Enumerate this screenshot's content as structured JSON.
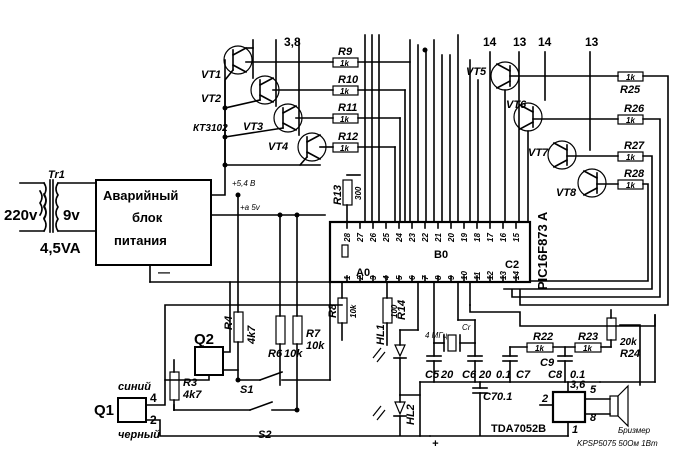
{
  "power": {
    "transformer": "Tr1",
    "mains": "220v",
    "secondary": "9v",
    "rating": "4,5VA",
    "block_line1": "Аварийный",
    "block_line2": "блок",
    "block_line3": "питания",
    "minus": "—",
    "v54": "+5,4 В",
    "v5": "+а 5v"
  },
  "pins_top": {
    "p38": "3,8",
    "p14a": "14",
    "p13a": "13",
    "p14b": "14",
    "p13b": "13"
  },
  "transistors": {
    "vt1": "VT1",
    "vt2": "VT2",
    "vt3": "VT3",
    "vt4": "VT4",
    "type": "КТ3102",
    "vt5": "VT5",
    "vt6": "VT6",
    "vt7": "VT7",
    "vt8": "VT8"
  },
  "resistors": {
    "r9": "R9",
    "r10": "R10",
    "r11": "R11",
    "r12": "R12",
    "val_1k": "1k",
    "r25": "R25",
    "r26": "R26",
    "r27": "R27",
    "r28": "R28",
    "r13": "R13",
    "r13v": "300",
    "r8": "R8",
    "r8v": "10k",
    "r14": "R14",
    "r14v": "100",
    "r4": "R4",
    "r4v": "4k7",
    "r6": "R6",
    "r6v": "10k",
    "r7": "R7",
    "r7v": "10k",
    "r3": "R3",
    "r3v": "4k7",
    "r22": "R22",
    "r23": "R23",
    "r24": "R24",
    "r24v": "20k"
  },
  "mcu": {
    "name": "PIC16F873 A",
    "a0": "A0",
    "b0": "B0",
    "c2": "C2",
    "top_pins": [
      "28",
      "27",
      "26",
      "25",
      "24",
      "23",
      "22",
      "21",
      "20",
      "19",
      "18",
      "17",
      "16",
      "15"
    ],
    "bottom_pins": [
      "1",
      "2",
      "3",
      "4",
      "5",
      "6",
      "7",
      "8",
      "9",
      "10",
      "11",
      "12",
      "13",
      "14"
    ]
  },
  "caps": {
    "quartz": "4 МГц",
    "cr": "Cr",
    "c5": "C5",
    "c5v": "20",
    "c6": "C6",
    "c6v": "20",
    "c7": "C7",
    "c7v": "0.1",
    "c8": "C8",
    "c8v": "0.1",
    "c9": "C9",
    "c70": "C70.1"
  },
  "leds": {
    "hl1": "HL1",
    "hl2": "HL2"
  },
  "io": {
    "q1": "Q1",
    "q2": "Q2",
    "s1": "S1",
    "s2": "S2",
    "blue": "синий",
    "black": "черный",
    "n4": "4",
    "n2": "2"
  },
  "amp": {
    "name": "TDA7052B",
    "p36": "3,6",
    "p5": "5",
    "p2": "2",
    "p8": "8",
    "p1": "1",
    "speaker_caption": "Бризмер",
    "speaker": "KPSP5075 50Ом 1Вт",
    "plus": "+"
  }
}
